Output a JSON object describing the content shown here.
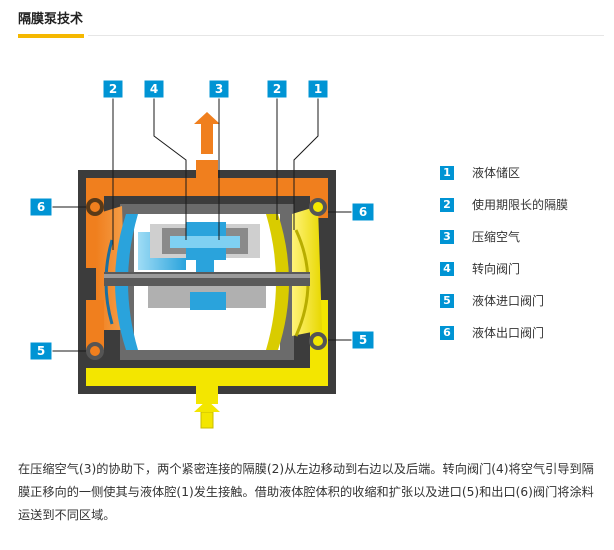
{
  "header": {
    "title": "隔膜泵技术"
  },
  "callouts": {
    "c1": "1",
    "c2a": "2",
    "c2b": "2",
    "c3": "3",
    "c4": "4",
    "c5a": "5",
    "c5b": "5",
    "c6a": "6",
    "c6b": "6"
  },
  "legend": [
    {
      "num": "1",
      "label": "液体储区"
    },
    {
      "num": "2",
      "label": "使用期限长的隔膜"
    },
    {
      "num": "3",
      "label": "压缩空气"
    },
    {
      "num": "4",
      "label": "转向阀门"
    },
    {
      "num": "5",
      "label": "液体进口阀门"
    },
    {
      "num": "6",
      "label": "液体出口阀门"
    }
  ],
  "description": "在压缩空气(3)的协助下，两个紧密连接的隔膜(2)从左边移动到右边以及后端。转向阀门(4)将空气引导到隔膜正移向的一侧使其与液体腔(1)发生接触。借助液体腔体积的收缩和扩张以及进口(5)和出口(6)阀门将涂料运送到不同区域。",
  "colors": {
    "accent": "#f5b800",
    "badge": "#0094d4",
    "orange_fluid": "#f07f1e",
    "yellow_fluid": "#f3e600",
    "air_blue": "#2aa3dc",
    "housing": "#3c3c3c"
  }
}
